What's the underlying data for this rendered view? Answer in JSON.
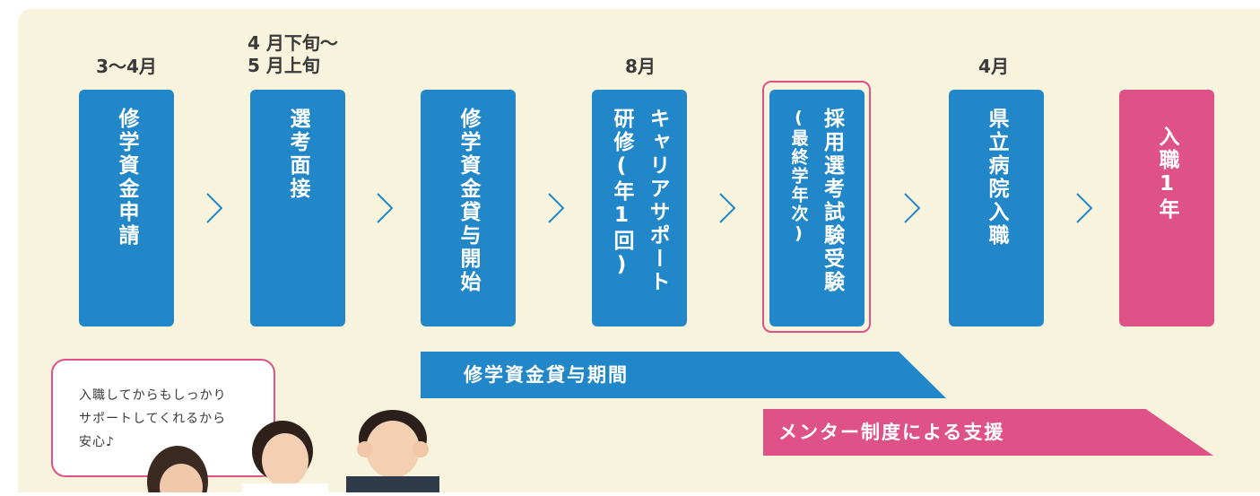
{
  "months": {
    "m1": "3〜4月",
    "m2_line1": "4 月下旬〜",
    "m2_line2": "5 月上旬",
    "m5": "8月",
    "m7": "4月"
  },
  "steps": [
    {
      "text": "修学資金申請"
    },
    {
      "text": "選考面接"
    },
    {
      "text": "修学資金貸与開始"
    },
    {
      "text": "キャリアサポート",
      "sub": "研修(年1回)"
    },
    {
      "text": "採用選考試験受験",
      "sub": "(最終学年次)"
    },
    {
      "text": "県立病院入職"
    },
    {
      "text": "入職1年"
    }
  ],
  "bars": {
    "loan_period": "修学資金貸与期間",
    "mentor": "メンター制度による支援"
  },
  "bubble": {
    "line1": "入職してからもしっかり",
    "line2": "サポートしてくれるから",
    "line3": "安心♪"
  },
  "colors": {
    "background": "#f8f3dd",
    "blue": "#2187c8",
    "pink": "#de5287",
    "text": "#3a3a3a"
  }
}
